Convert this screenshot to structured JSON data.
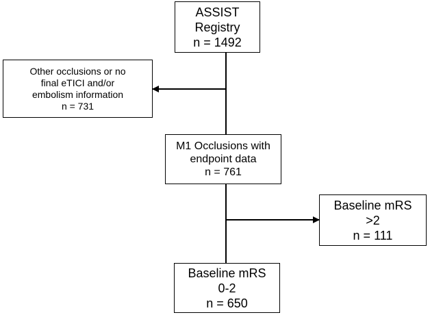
{
  "boxes": {
    "registry": {
      "lines": [
        "ASSIST",
        "Registry",
        "n = 1492"
      ]
    },
    "excluded_other": {
      "lines": [
        "Other occlusions or no",
        "final eTICI and/or",
        "embolism information",
        "n = 731"
      ]
    },
    "m1": {
      "lines": [
        "M1 Occlusions with",
        "endpoint data",
        "n = 761"
      ]
    },
    "excluded_mrs": {
      "lines": [
        "Baseline mRS",
        ">2",
        "n = 111"
      ]
    },
    "final": {
      "lines": [
        "Baseline mRS",
        "0-2",
        "n = 650"
      ]
    }
  }
}
